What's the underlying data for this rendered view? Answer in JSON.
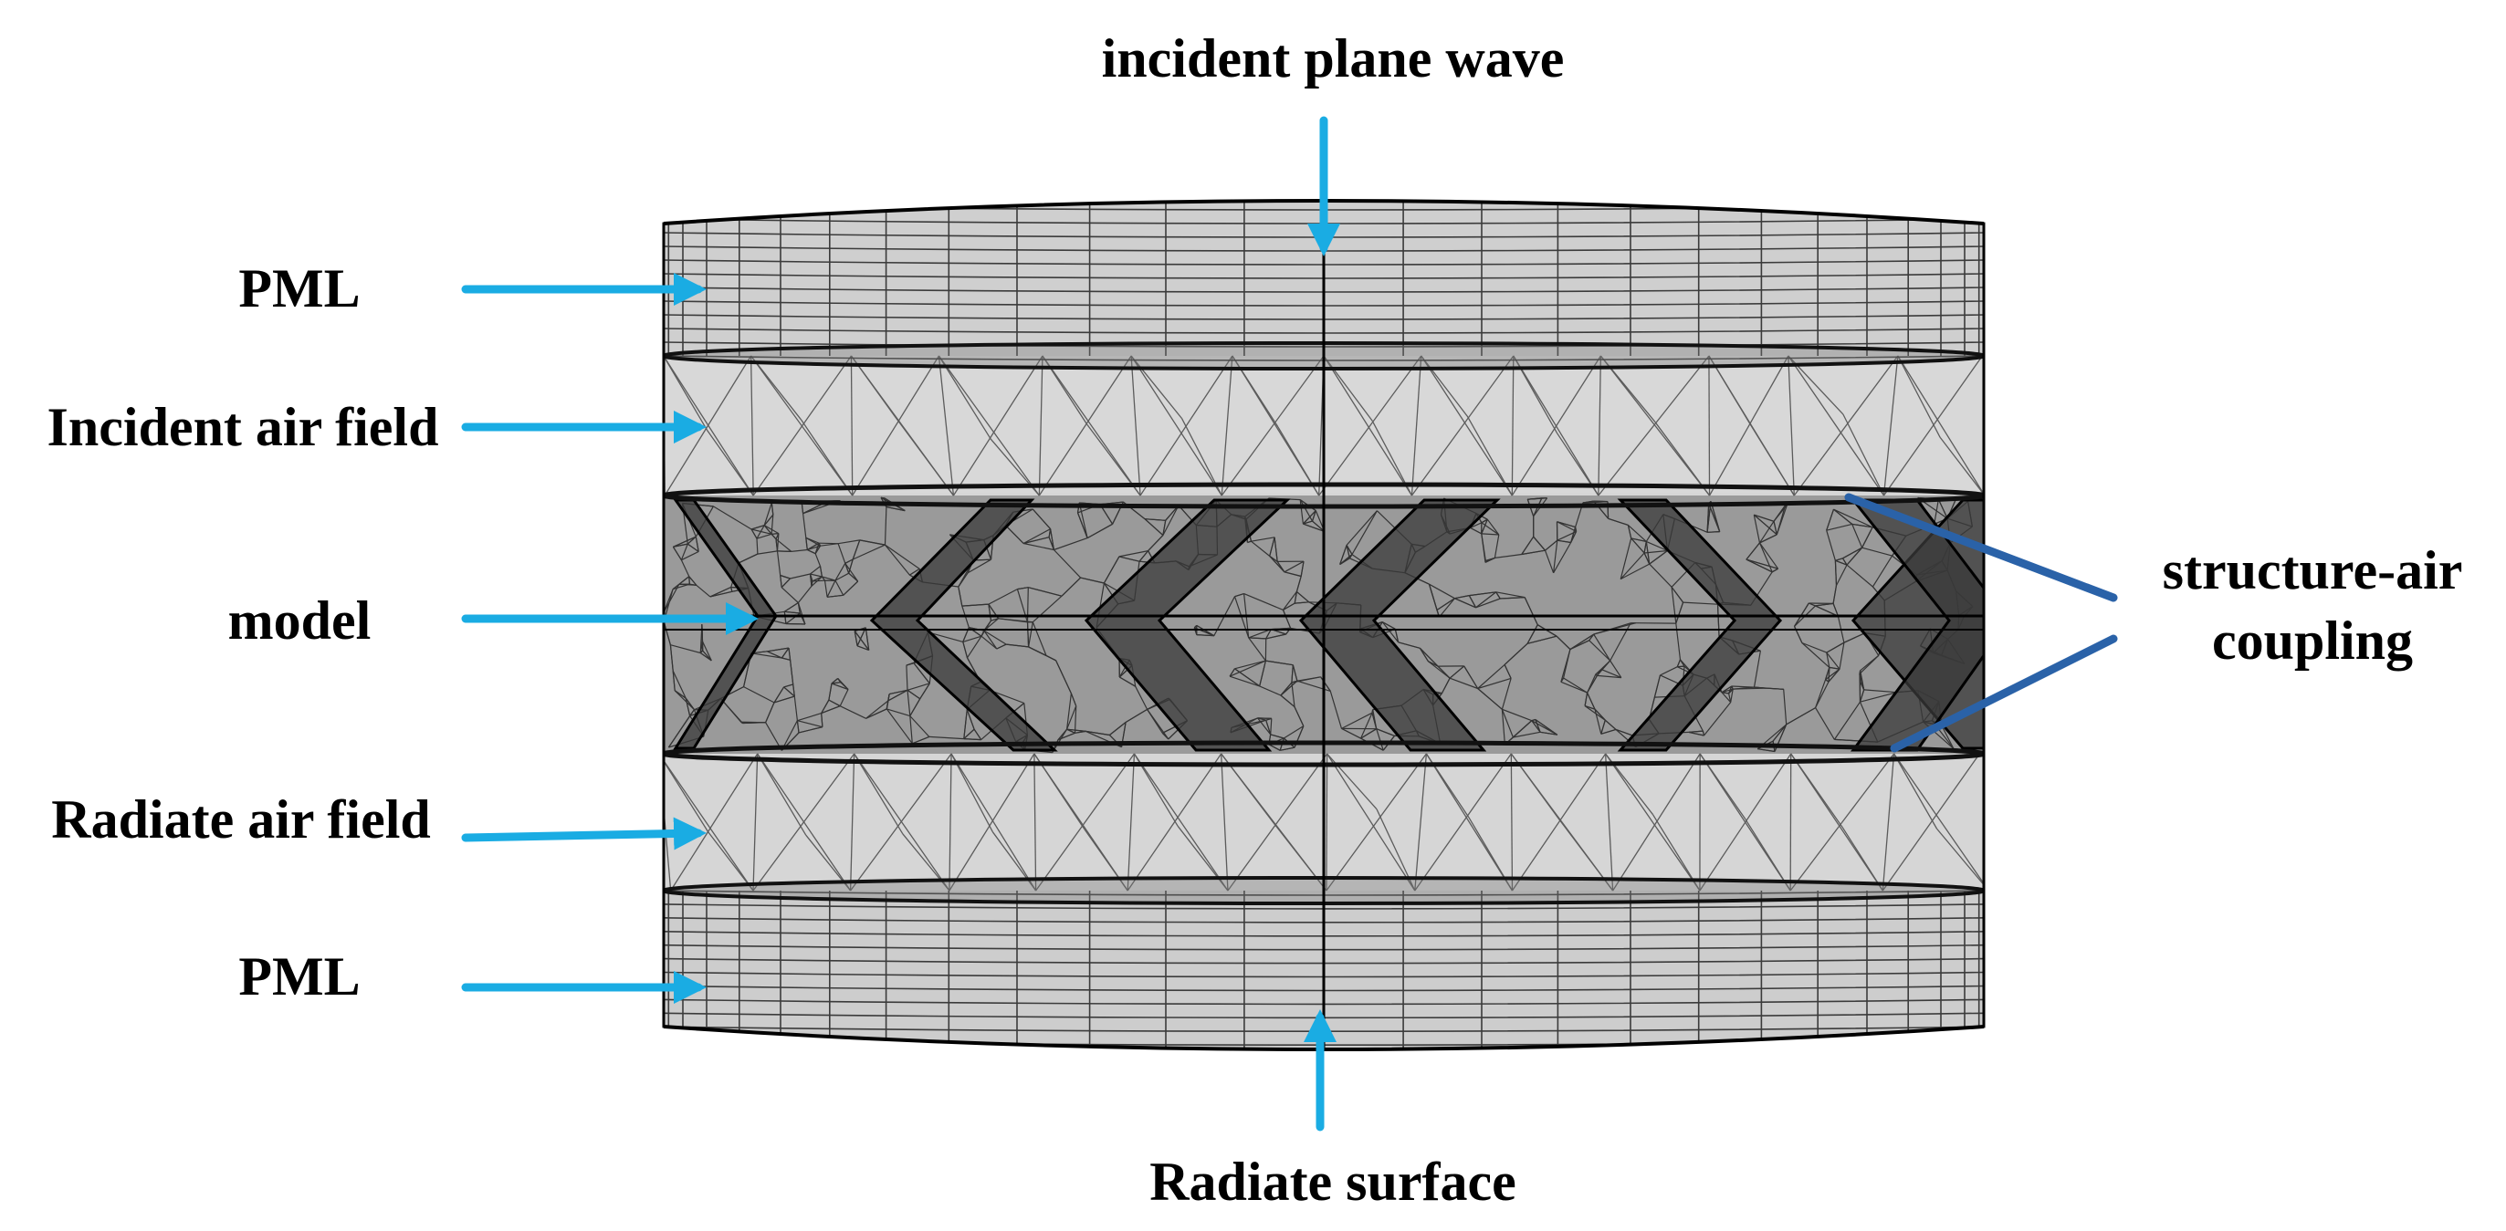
{
  "labels": {
    "top": "incident plane wave",
    "bottom": "Radiate surface",
    "pml_top": "PML",
    "incident_air": "Incident air field",
    "model": "model",
    "radiate_air": "Radiate air field",
    "pml_bottom": "PML",
    "coupling_line1": "structure-air",
    "coupling_line2": "coupling"
  },
  "colors": {
    "label_arrow": "#1aace3",
    "coupling_arrow": "#2a62a8",
    "text": "#000000",
    "mesh_line": "#000000",
    "shell_fill": "#d2d2d2",
    "model_fill": "#8a8a8a"
  },
  "layers": [
    "PML",
    "Incident air field",
    "model",
    "Radiate air field",
    "PML"
  ]
}
